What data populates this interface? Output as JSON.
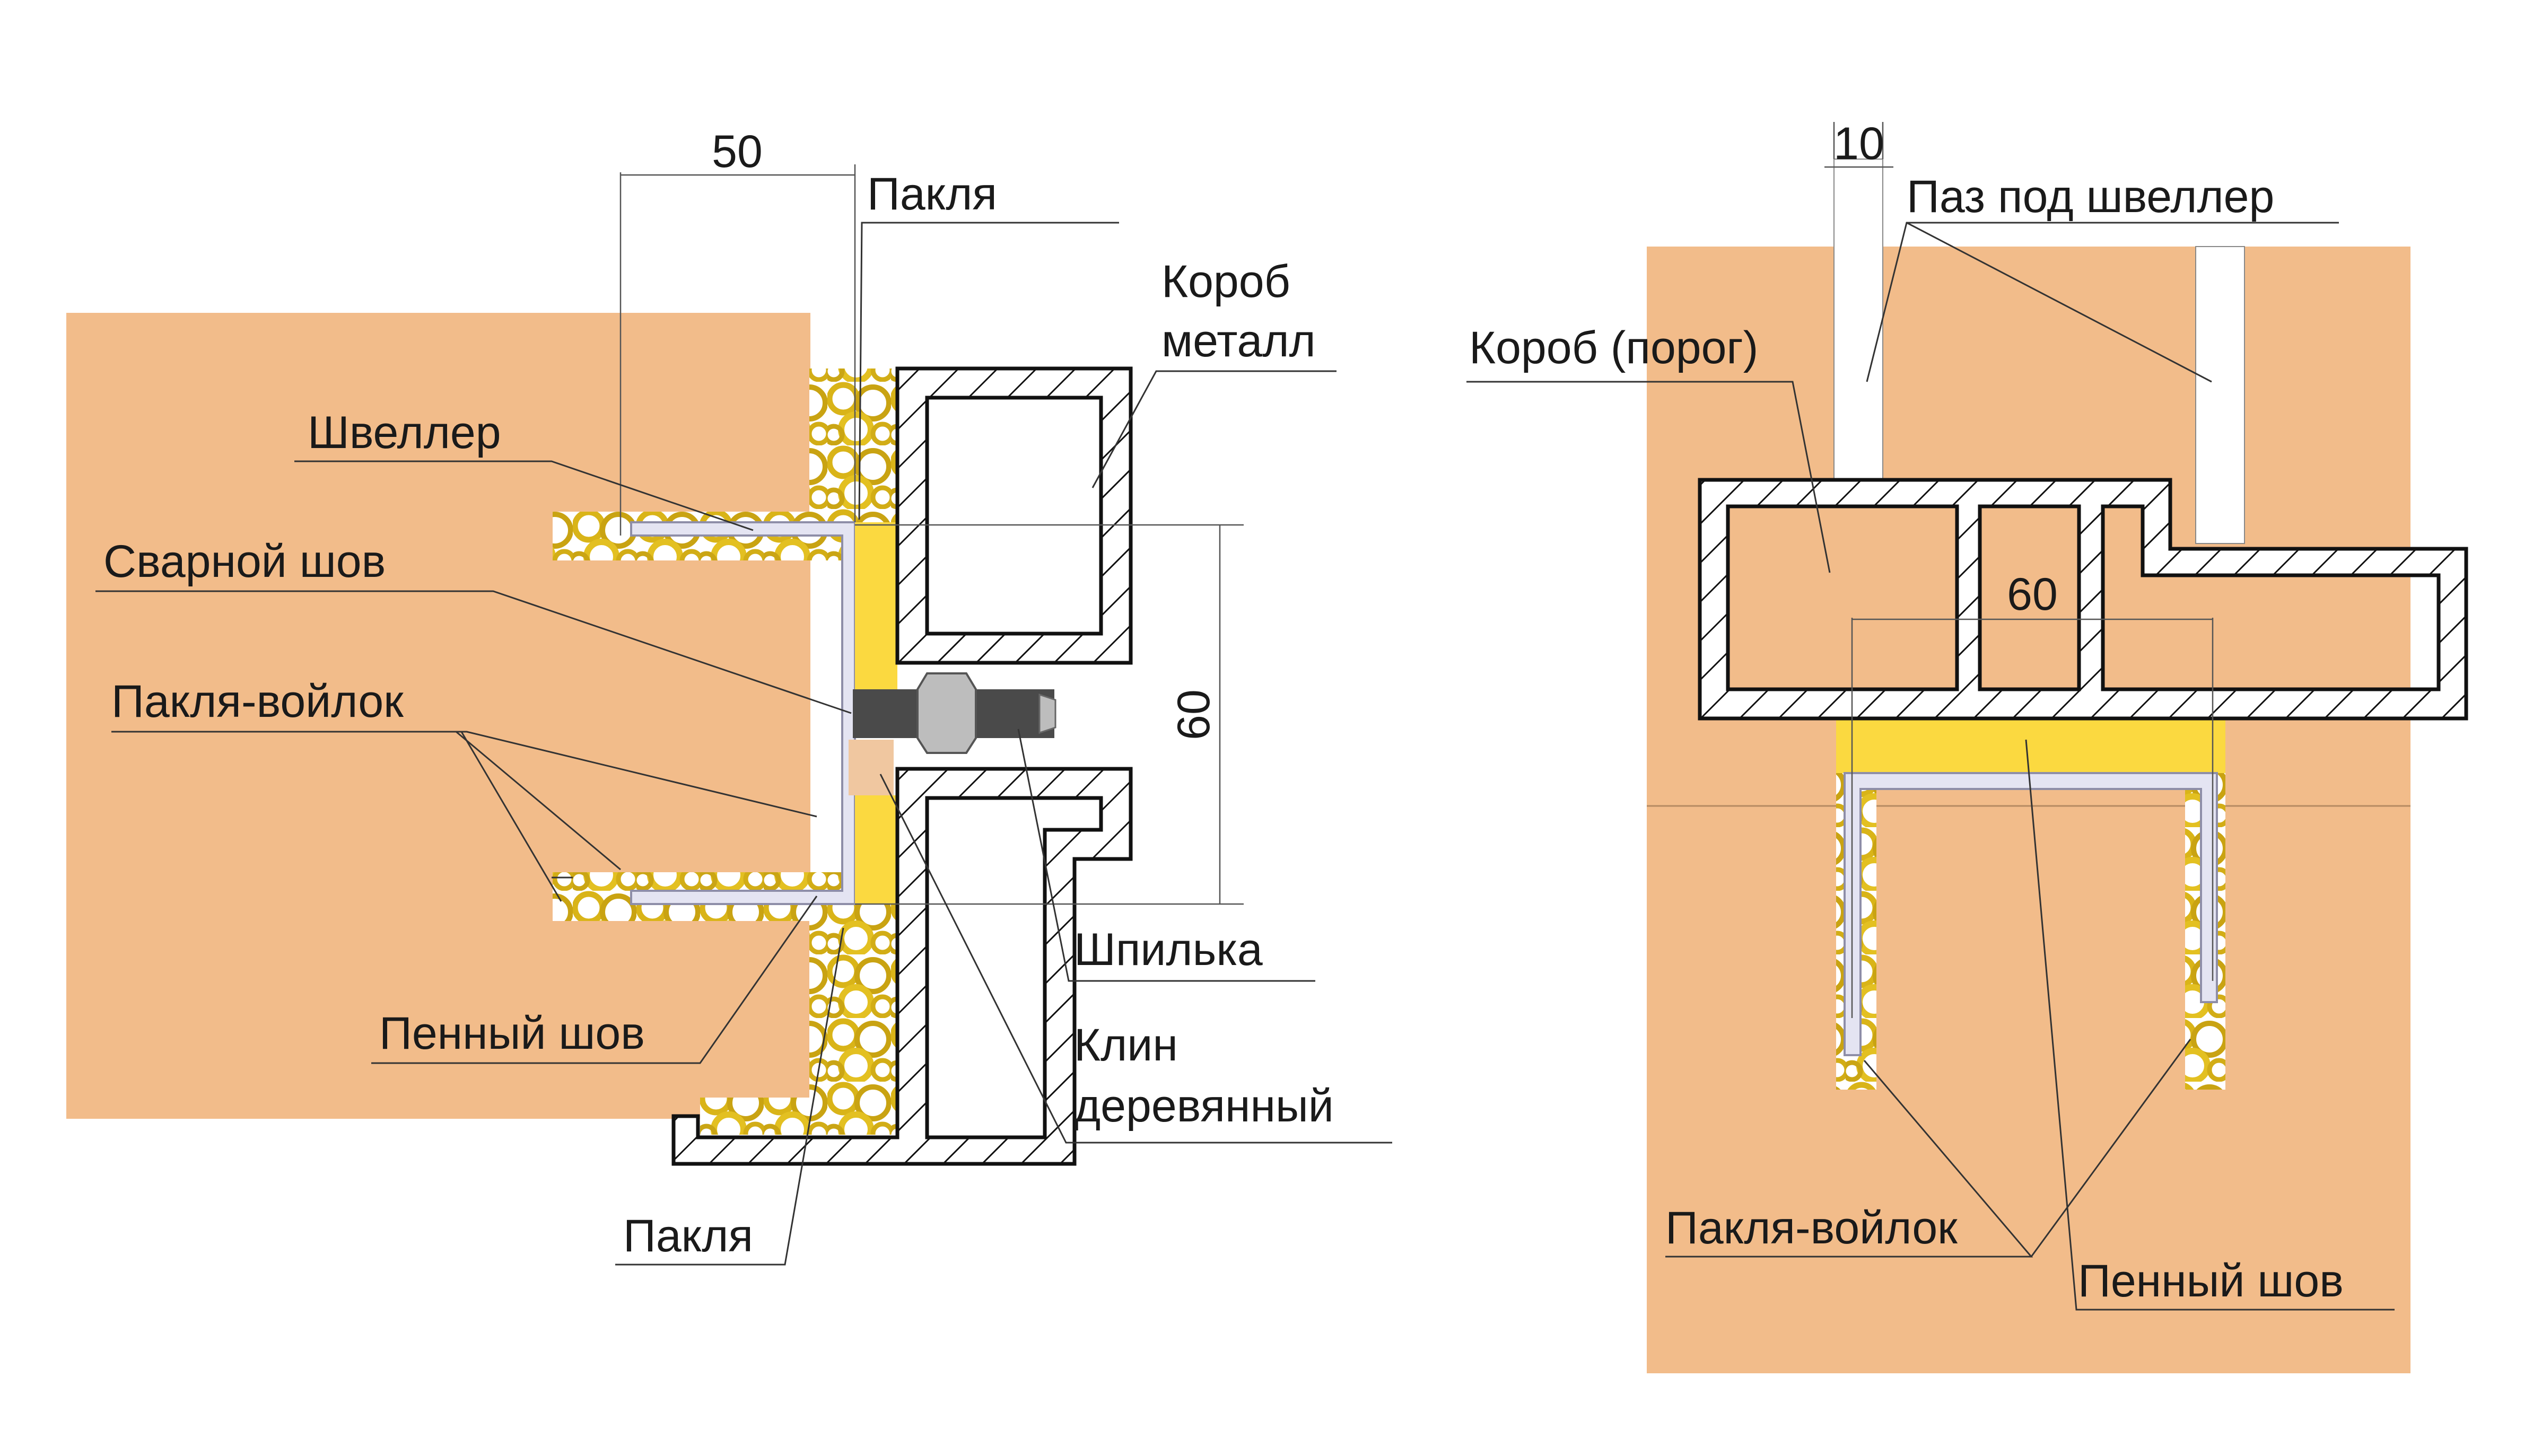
{
  "colors": {
    "wall": "#f2bc8a",
    "oakum": "#e6c21a",
    "foam": "#fbd940",
    "channel": "#e4e4f2",
    "stud": "#4a4a4a",
    "nut": "#bdbdbd",
    "wedge": "#f0c7a0",
    "line": "#111111"
  },
  "left": {
    "dimensions": {
      "width": "50",
      "height": "60"
    },
    "labels": {
      "oakum_top": "Пакля",
      "box_metal_1": "Короб",
      "box_metal_2": "металл",
      "channel": "Швеллер",
      "weld": "Сварной шов",
      "felt": "Пакля-войлок",
      "stud": "Шпилька",
      "foam": "Пенный шов",
      "wedge_1": "Клин",
      "wedge_2": "деревянный",
      "oakum_bottom": "Пакля"
    }
  },
  "right": {
    "dimensions": {
      "groove": "10",
      "inner": "60"
    },
    "labels": {
      "groove": "Паз под швеллер",
      "box_threshold": "Короб (порог)",
      "felt": "Пакля-войлок",
      "foam": "Пенный шов"
    }
  }
}
